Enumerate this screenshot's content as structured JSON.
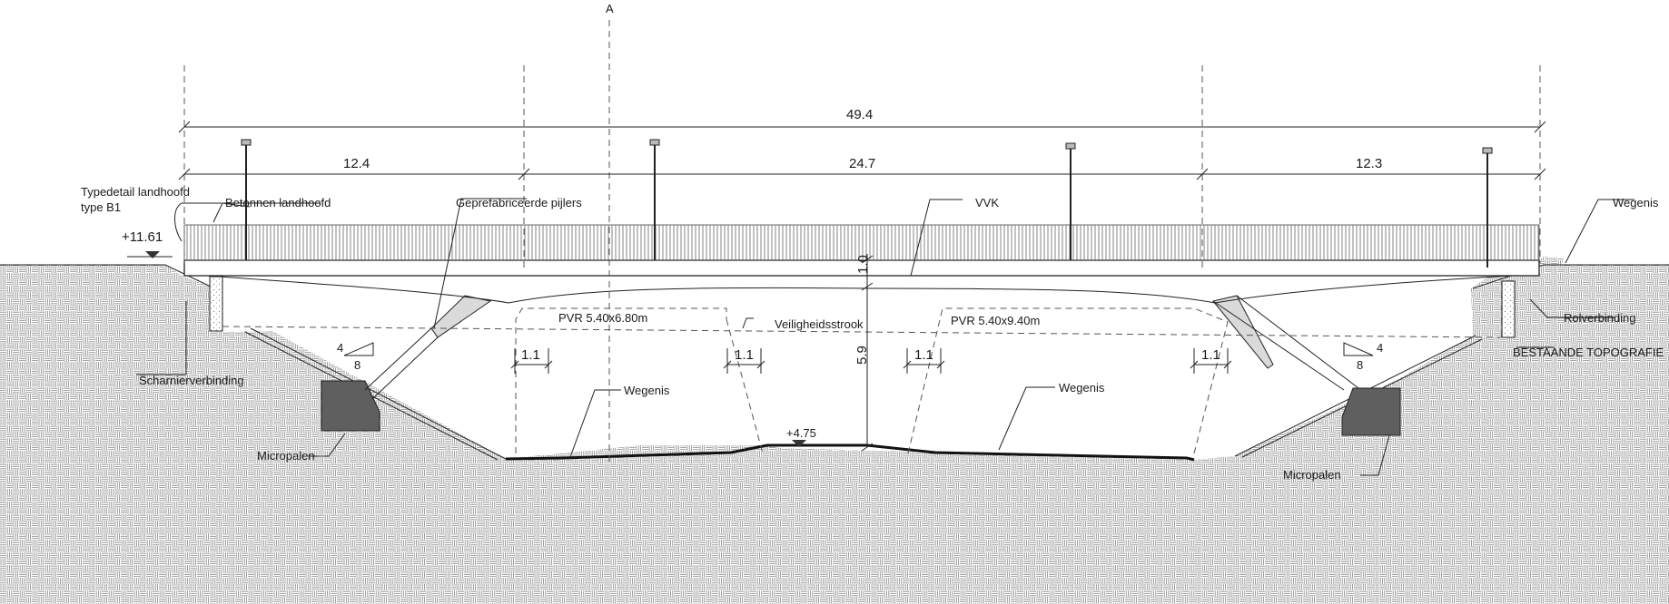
{
  "section_marker": "A",
  "dimensions": {
    "total": "49.4",
    "spans": [
      "12.4",
      "24.7",
      "12.3"
    ],
    "deck_depth": "1.0",
    "clearance": "5.9",
    "offsets": [
      "1.1",
      "1.1",
      "1.1",
      "1.1"
    ]
  },
  "levels": {
    "top": "+11.61",
    "road": "+4.75"
  },
  "slopes": {
    "left": {
      "rise": "4",
      "run": "8"
    },
    "right": {
      "rise": "4",
      "run": "8"
    }
  },
  "labels": {
    "typedetail_line1": "Typedetail landhoofd",
    "typedetail_line2": "type B1",
    "betonnen_landhoofd": "Betonnen landhoofd",
    "geprefabriceerde_pijlers": "Geprefabriceerde pijlers",
    "vvk": "VVK",
    "wegenis_right": "Wegenis",
    "pvr_left": "PVR 5.40x6.80m",
    "veiligheidsstrook": "Veiligheidsstrook",
    "pvr_right": "PVR 5.40x9.40m",
    "rolverbinding": "Rolverbinding",
    "bestaande_topografie": "BESTAANDE TOPOGRAFIE",
    "scharnierverbinding": "Scharnierverbinding",
    "wegenis_left": "Wegenis",
    "wegenis_mid": "Wegenis",
    "micropalen_left": "Micropalen",
    "micropalen_right": "Micropalen"
  },
  "colors": {
    "line": "#222222",
    "foundation": "#5f5f5f",
    "pier": "#dadada"
  }
}
